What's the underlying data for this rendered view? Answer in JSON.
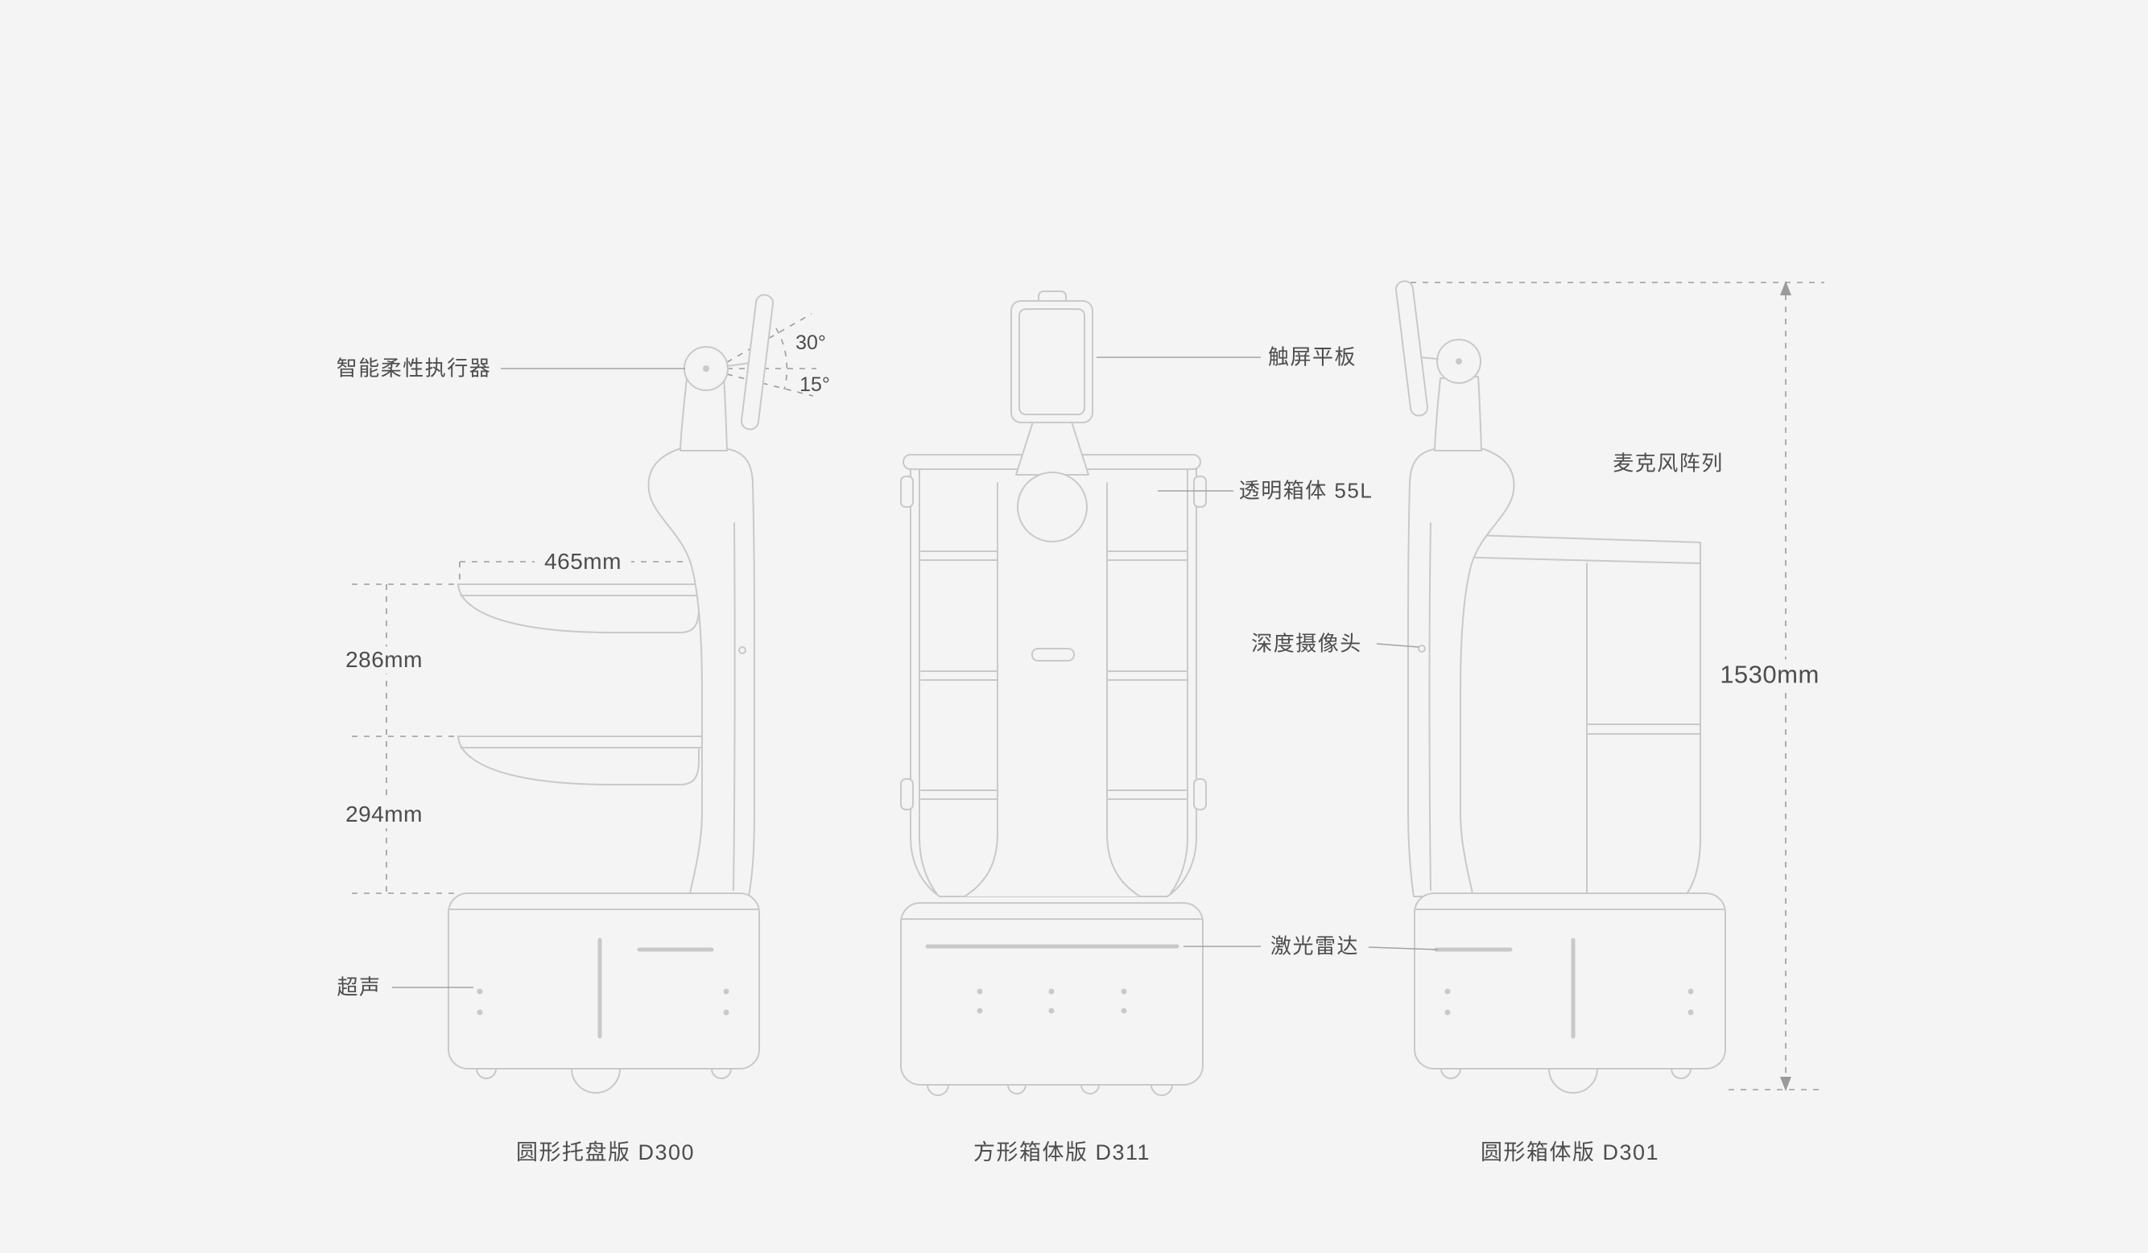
{
  "page": {
    "background": "#f4f4f4",
    "drawing_line_color": "#c9c9c9",
    "annotation_line_color": "#9b9b9b",
    "text_color": "#4d4d4d"
  },
  "robots": [
    {
      "id": "d300",
      "caption": "圆形托盘版 D300",
      "annotations": {
        "actuator": "智能柔性执行器",
        "tilt_up": "30°",
        "tilt_down": "15°",
        "tray_width": "465mm",
        "tray_gap_upper": "286mm",
        "tray_gap_lower": "294mm",
        "ultrasonic": "超声"
      }
    },
    {
      "id": "d311",
      "caption": "方形箱体版 D311",
      "annotations": {
        "touch_tablet": "触屏平板",
        "transparent_box": "透明箱体 55L",
        "depth_camera": "深度摄像头",
        "lidar": "激光雷达"
      }
    },
    {
      "id": "d301",
      "caption": "圆形箱体版 D301",
      "annotations": {
        "mic_array": "麦克风阵列",
        "overall_height": "1530mm"
      }
    }
  ]
}
